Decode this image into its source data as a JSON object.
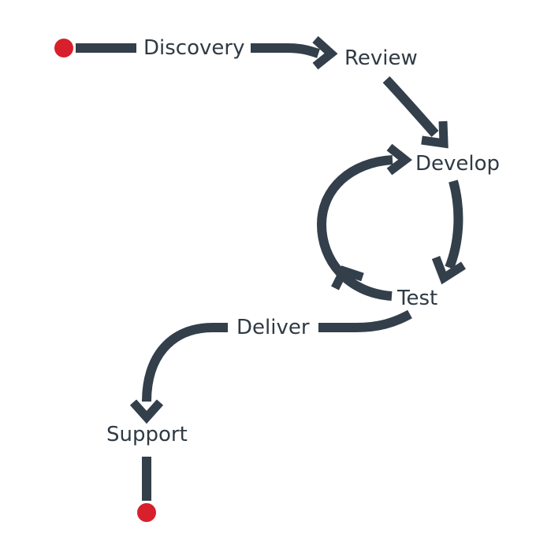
{
  "diagram": {
    "stages": [
      {
        "id": "discovery",
        "label": "Discovery"
      },
      {
        "id": "review",
        "label": "Review"
      },
      {
        "id": "develop",
        "label": "Develop"
      },
      {
        "id": "test",
        "label": "Test"
      },
      {
        "id": "deliver",
        "label": "Deliver"
      },
      {
        "id": "support",
        "label": "Support"
      }
    ],
    "colors": {
      "arrow": "#333f4a",
      "terminal_dot": "#d7202b",
      "label": "#2f3a44",
      "background": "#ffffff"
    }
  }
}
